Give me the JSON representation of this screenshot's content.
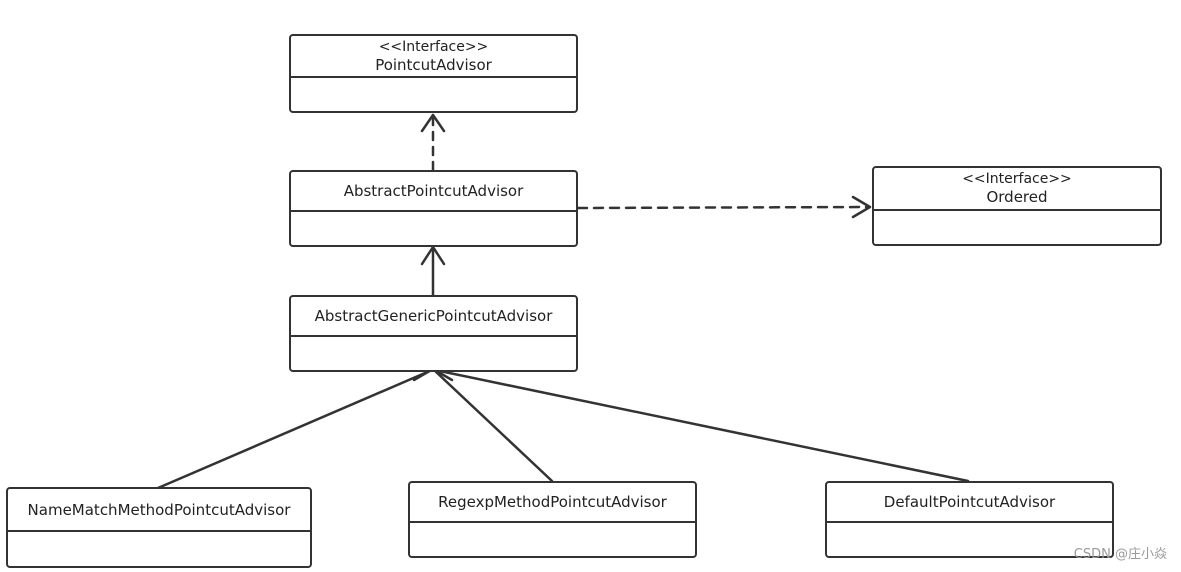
{
  "classes": {
    "pointcut_advisor": {
      "stereotype": "<<Interface>>",
      "name": "PointcutAdvisor"
    },
    "abstract_pointcut_advisor": {
      "name": "AbstractPointcutAdvisor"
    },
    "ordered": {
      "stereotype": "<<Interface>>",
      "name": "Ordered"
    },
    "abstract_generic_pointcut_advisor": {
      "name": "AbstractGenericPointcutAdvisor"
    },
    "name_match_method_pointcut_advisor": {
      "name": "NameMatchMethodPointcutAdvisor"
    },
    "regexp_method_pointcut_advisor": {
      "name": "RegexpMethodPointcutAdvisor"
    },
    "default_pointcut_advisor": {
      "name": "DefaultPointcutAdvisor"
    }
  },
  "relationships": [
    {
      "from": "abstract_pointcut_advisor",
      "to": "pointcut_advisor",
      "kind": "realization"
    },
    {
      "from": "abstract_pointcut_advisor",
      "to": "ordered",
      "kind": "realization"
    },
    {
      "from": "abstract_generic_pointcut_advisor",
      "to": "abstract_pointcut_advisor",
      "kind": "generalization"
    },
    {
      "from": "name_match_method_pointcut_advisor",
      "to": "abstract_generic_pointcut_advisor",
      "kind": "generalization"
    },
    {
      "from": "regexp_method_pointcut_advisor",
      "to": "abstract_generic_pointcut_advisor",
      "kind": "generalization"
    },
    {
      "from": "default_pointcut_advisor",
      "to": "abstract_generic_pointcut_advisor",
      "kind": "generalization"
    }
  ],
  "colors": {
    "stroke": "#333333",
    "text": "#222222",
    "watermark": "#9a9a9a"
  },
  "watermark": "CSDN @庄小焱"
}
